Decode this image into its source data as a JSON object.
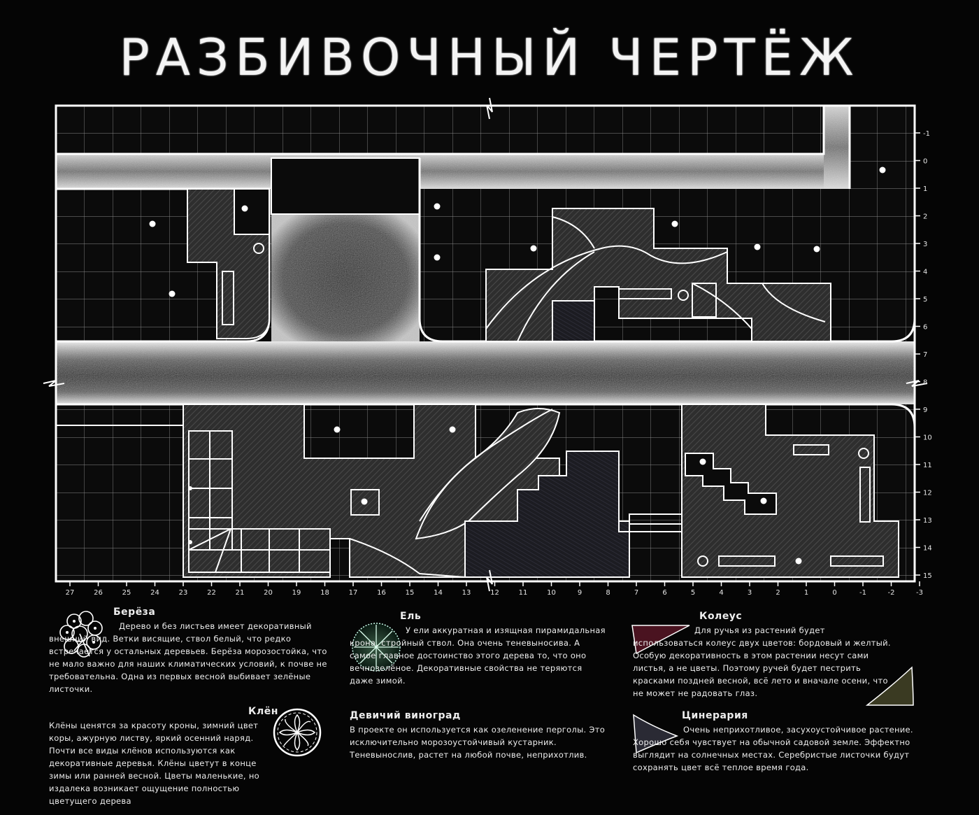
{
  "title": "РАЗБИВОЧНЫЙ ЧЕРТЁЖ",
  "axes": {
    "right_labels": [
      "-1",
      "0",
      "1",
      "2",
      "3",
      "4",
      "5",
      "6",
      "7",
      "8",
      "9",
      "10",
      "11",
      "12",
      "13",
      "14",
      "15"
    ],
    "bottom_labels": [
      "27",
      "26",
      "25",
      "24",
      "23",
      "22",
      "21",
      "20",
      "19",
      "18",
      "17",
      "16",
      "15",
      "14",
      "13",
      "12",
      "11",
      "10",
      "9",
      "8",
      "7",
      "6",
      "5",
      "4",
      "3",
      "2",
      "1",
      "0",
      "-1",
      "-2",
      "-3"
    ]
  },
  "legend": {
    "bereza": {
      "title": "Берёза",
      "text": "Дерево и без листьев имеет декоративный внешний вид. Ветки висящие, ствол белый, что редко встречается у остальных деревьев. Берёза морозостойка, что не мало важно для наших климатических условий, к почве не требовательна. Одна из первых весной выбивает зелёные листочки."
    },
    "klen": {
      "title": "Клён",
      "text": "Клёны ценятся за красоту кроны, зимний цвет коры, ажурную листву, яркий осенний наряд. Почти все виды клёнов используются как декоративные деревья. Клёны цветут в конце зимы или ранней весной. Цветы маленькие, но издалека возникает ощущение полностью цветущего дерева"
    },
    "el": {
      "title": "Ель",
      "text": "У ели аккуратная и изящная пирамидальная крона, стройный ствол. Она очень теневыносива. А самое главное достоинство этого дерева то, что оно вечнозелёное. Декоративные свойства не теряются даже зимой."
    },
    "vinograd": {
      "title": "Девичий виноград",
      "text": "В проекте он используется как озеленение перголы. Это исключительно морозоустойчивый кустарник. Теневынослив, растет на любой почве, неприхотлив."
    },
    "koleus": {
      "title": "Колеус",
      "text": "Для ручья из растений будет использоваться колеус двух цветов: бордовый и желтый. Особую декоративность в этом растении несут сами листья, а не цветы. Поэтому ручей будет пестрить красками поздней весной, всё лето и вначале осени, что не может не радовать глаз."
    },
    "cineraria": {
      "title": "Цинерария",
      "text": "Очень неприхотливое, засухоустойчивое растение. Хорошо себя чувствует на обычной садовой земле. Эффектно выглядит на солнечных местах. Серебристые листочки будут сохранять цвет всё теплое время года."
    }
  }
}
